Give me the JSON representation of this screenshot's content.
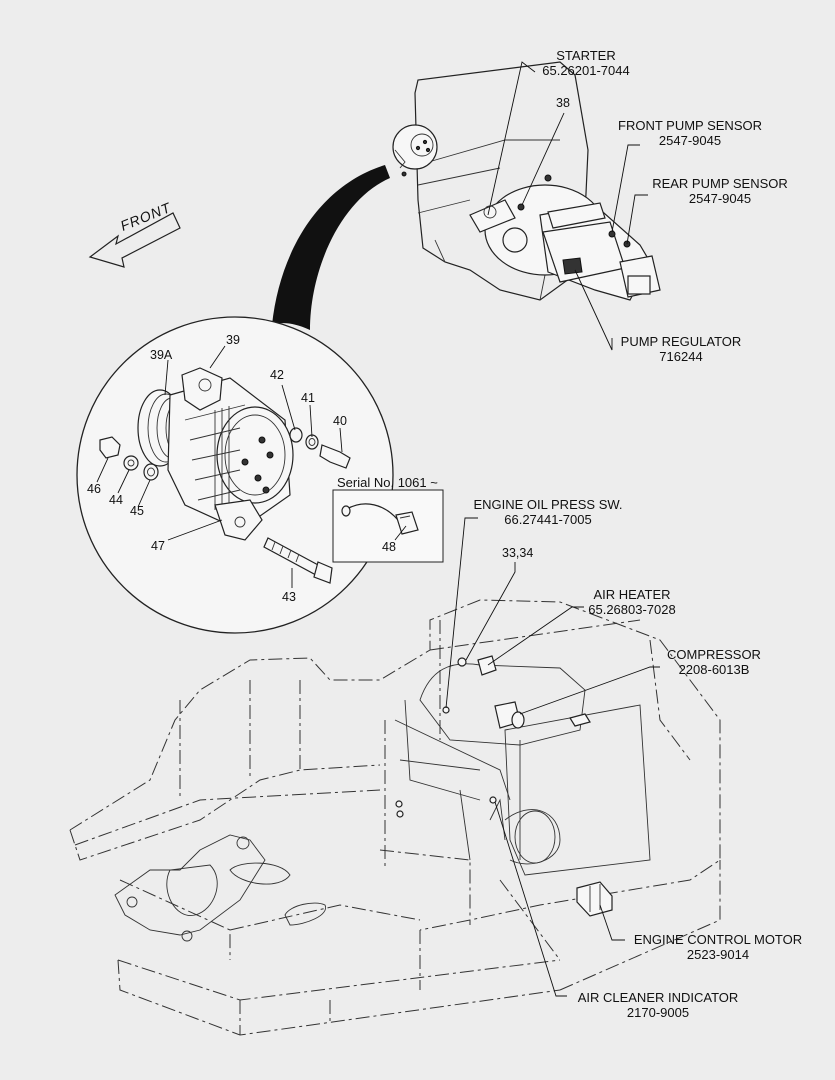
{
  "direction_label": "FRONT",
  "serial_note": "Serial No. 1061 ~",
  "components": {
    "starter": {
      "name": "STARTER",
      "part_no": "65.26201-7044"
    },
    "front_pump_sensor": {
      "name": "FRONT PUMP SENSOR",
      "part_no": "2547-9045"
    },
    "rear_pump_sensor": {
      "name": "REAR PUMP SENSOR",
      "part_no": "2547-9045"
    },
    "pump_regulator": {
      "name": "PUMP REGULATOR",
      "part_no": "716244"
    },
    "engine_oil_press_sw": {
      "name": "ENGINE OIL PRESS SW.",
      "part_no": "66.27441-7005"
    },
    "air_heater": {
      "name": "AIR HEATER",
      "part_no": "65.26803-7028"
    },
    "compressor": {
      "name": "COMPRESSOR",
      "part_no": "2208-6013B"
    },
    "engine_control_motor": {
      "name": "ENGINE CONTROL MOTOR",
      "part_no": "2523-9014"
    },
    "air_cleaner_indicator": {
      "name": "AIR CLEANER INDICATOR",
      "part_no": "2170-9005"
    }
  },
  "callouts": {
    "c38": "38",
    "c39": "39",
    "c39a": "39A",
    "c40": "40",
    "c41": "41",
    "c42": "42",
    "c43": "43",
    "c44": "44",
    "c45": "45",
    "c46": "46",
    "c47": "47",
    "c48": "48",
    "c33_34": "33,34"
  }
}
